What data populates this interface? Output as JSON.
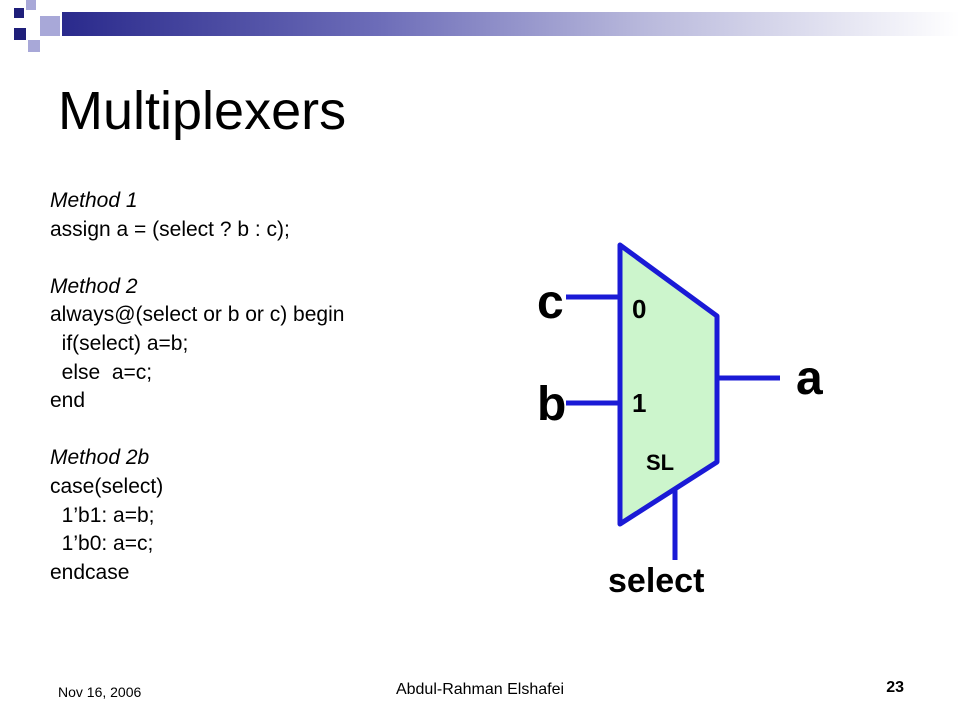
{
  "slide": {
    "title": "Multiplexers",
    "code_lines": [
      {
        "text": "Method 1",
        "italic": true
      },
      {
        "text": "assign a = (select ? b : c);",
        "italic": false
      },
      {
        "text": "",
        "italic": false
      },
      {
        "text": "Method 2",
        "italic": true
      },
      {
        "text": "always@(select or b or c) begin",
        "italic": false
      },
      {
        "text": "  if(select) a=b;",
        "italic": false
      },
      {
        "text": "  else  a=c;",
        "italic": false
      },
      {
        "text": "end",
        "italic": false
      },
      {
        "text": "",
        "italic": false
      },
      {
        "text": "Method 2b",
        "italic": true
      },
      {
        "text": "case(select)",
        "italic": false
      },
      {
        "text": "  1’b1: a=b;",
        "italic": false
      },
      {
        "text": "  1’b0: a=c;",
        "italic": false
      },
      {
        "text": "endcase",
        "italic": false
      }
    ]
  },
  "mux": {
    "input_c": "c",
    "input_b": "b",
    "output_a": "a",
    "in0": "0",
    "in1": "1",
    "sel_label": "SL",
    "select_label": "select",
    "body_color": "#ccf5cc",
    "wire_color": "#1a1ad6"
  },
  "footer": {
    "date": "Nov 16, 2006",
    "author": "Abdul-Rahman Elshafei",
    "page": "23"
  },
  "theme": {
    "square_dark": "#1f1f7a",
    "square_light": "#a8a8d8"
  }
}
